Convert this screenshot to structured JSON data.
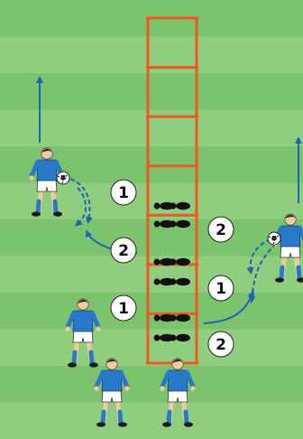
{
  "pitch": {
    "stripe_colors": [
      "#7cc36e",
      "#8fce7f"
    ],
    "stripe_count": 12
  },
  "ladder": {
    "color": "#ec5a24",
    "rungs": 8
  },
  "feet_color": "#111111",
  "arrow_color": "#1f63b5",
  "player": {
    "shirt": "#2a79c8",
    "shorts": "#ffffff",
    "skin": "#f2c9a0",
    "hair": "#2b2b2b"
  },
  "markers": [
    {
      "id": "left-1",
      "label": "1"
    },
    {
      "id": "left-2",
      "label": "2"
    },
    {
      "id": "left-1b",
      "label": "1"
    },
    {
      "id": "right-2",
      "label": "2"
    },
    {
      "id": "right-1",
      "label": "1"
    },
    {
      "id": "right-2b",
      "label": "2"
    }
  ]
}
